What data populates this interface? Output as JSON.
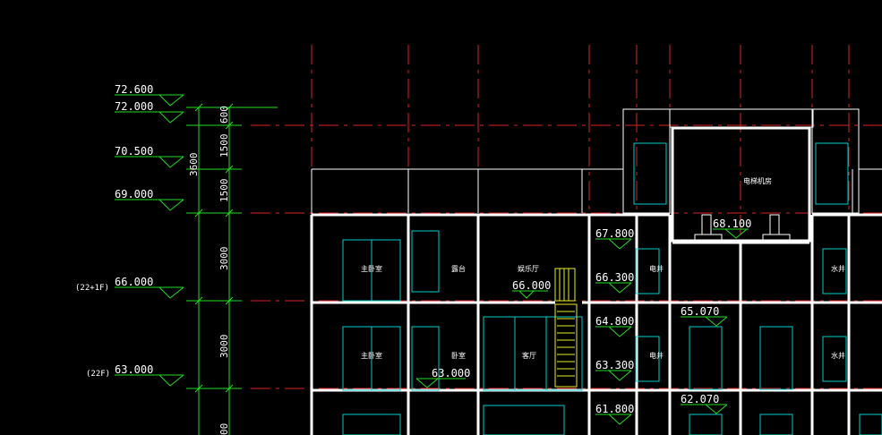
{
  "left_levels": [
    {
      "value": "72.600",
      "floor": ""
    },
    {
      "value": "72.000",
      "floor": ""
    },
    {
      "value": "70.500",
      "floor": ""
    },
    {
      "value": "69.000",
      "floor": ""
    },
    {
      "value": "66.000",
      "floor": "(22+1F)"
    },
    {
      "value": "63.000",
      "floor": "(22F)"
    }
  ],
  "dims_outer": [
    "3600",
    "3000",
    "3000",
    "00"
  ],
  "dims_inner": [
    "600",
    "1500",
    "1500"
  ],
  "rooms": [
    "主卧室",
    "露台",
    "娱乐厅",
    "电梯机房",
    "电井",
    "水井",
    "主卧室",
    "卧室",
    "客厅",
    "电井",
    "水井"
  ],
  "inner_levels": [
    "66.000",
    "63.000",
    "67.800",
    "66.300",
    "64.800",
    "63.300",
    "61.800",
    "68.100",
    "65.070",
    "62.070"
  ]
}
